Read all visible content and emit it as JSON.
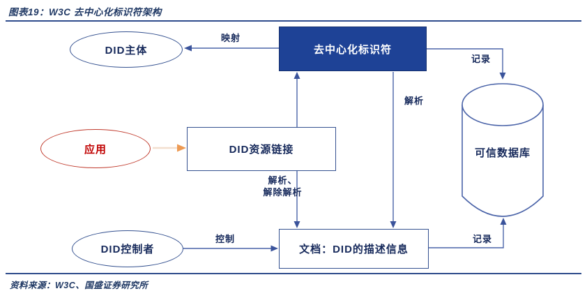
{
  "figure": {
    "title": "图表19：W3C 去中心化标识符架构",
    "source": "资料来源：W3C、国盛证券研究所"
  },
  "colors": {
    "navy_text": "#16295B",
    "title_navy": "#1F3864",
    "line_blue": "#4A63A8",
    "filled_box": "#1E4296",
    "red_border": "#C0392B",
    "red_text": "#C00000",
    "orange_arrowhead": "#ED9A53",
    "orange_shaft": "#F2DECE"
  },
  "nodes": {
    "did_subject": {
      "label": "DID主体",
      "shape": "ellipse"
    },
    "decentralized_identifier": {
      "label": "去中心化标识符",
      "shape": "filled-rect"
    },
    "application": {
      "label": "应用",
      "shape": "red-ellipse"
    },
    "did_resource_link": {
      "label": "DID资源链接",
      "shape": "rect"
    },
    "trusted_database": {
      "label": "可信数据库",
      "shape": "cylinder"
    },
    "did_controller": {
      "label": "DID控制者",
      "shape": "ellipse"
    },
    "did_document": {
      "label": "文档：DID的描述信息",
      "shape": "rect"
    }
  },
  "edges": {
    "mapping": {
      "label": "映射"
    },
    "record_top": {
      "label": "记录"
    },
    "resolve": {
      "label": "解析"
    },
    "resolve_dereference": {
      "label": "解析、解除解析",
      "line1": "解析、",
      "line2": "解除解析"
    },
    "control": {
      "label": "控制"
    },
    "record_bottom": {
      "label": "记录"
    }
  }
}
